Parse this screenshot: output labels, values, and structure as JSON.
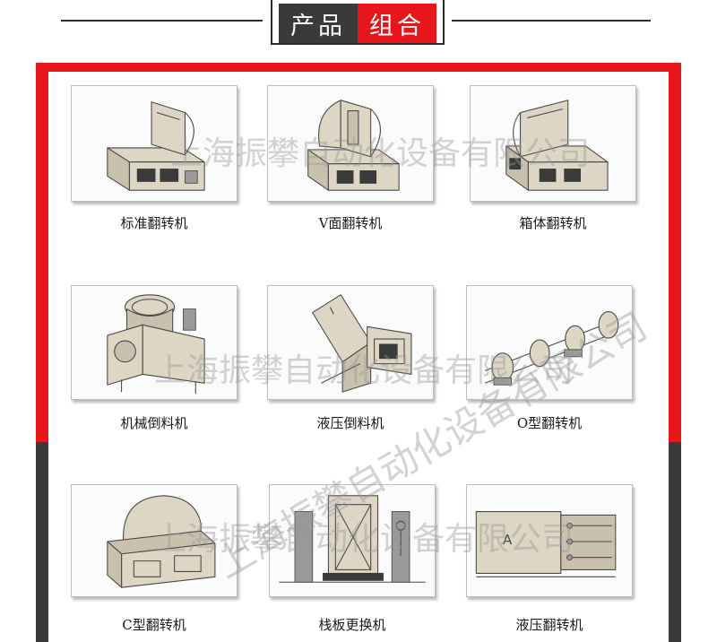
{
  "header": {
    "title_part1": "产品",
    "title_part2": "组合"
  },
  "products": [
    {
      "label": "标准翻转机"
    },
    {
      "label": "V面翻转机"
    },
    {
      "label": "箱体翻转机"
    },
    {
      "label": "机械倒料机"
    },
    {
      "label": "液压倒料机"
    },
    {
      "label": "O型翻转机"
    },
    {
      "label": "C型翻转机"
    },
    {
      "label": "栈板更换机"
    },
    {
      "label": "液压翻转机"
    }
  ],
  "thumbnail_marks": {
    "hydraulic_flipper_plate": "A"
  },
  "watermark": {
    "text": "上海振攀自动化设备有限公司"
  },
  "colors": {
    "accent_red": "#e6161b",
    "dark_gray": "#3a3a3a",
    "machine_fill": "#ddd6c4"
  }
}
